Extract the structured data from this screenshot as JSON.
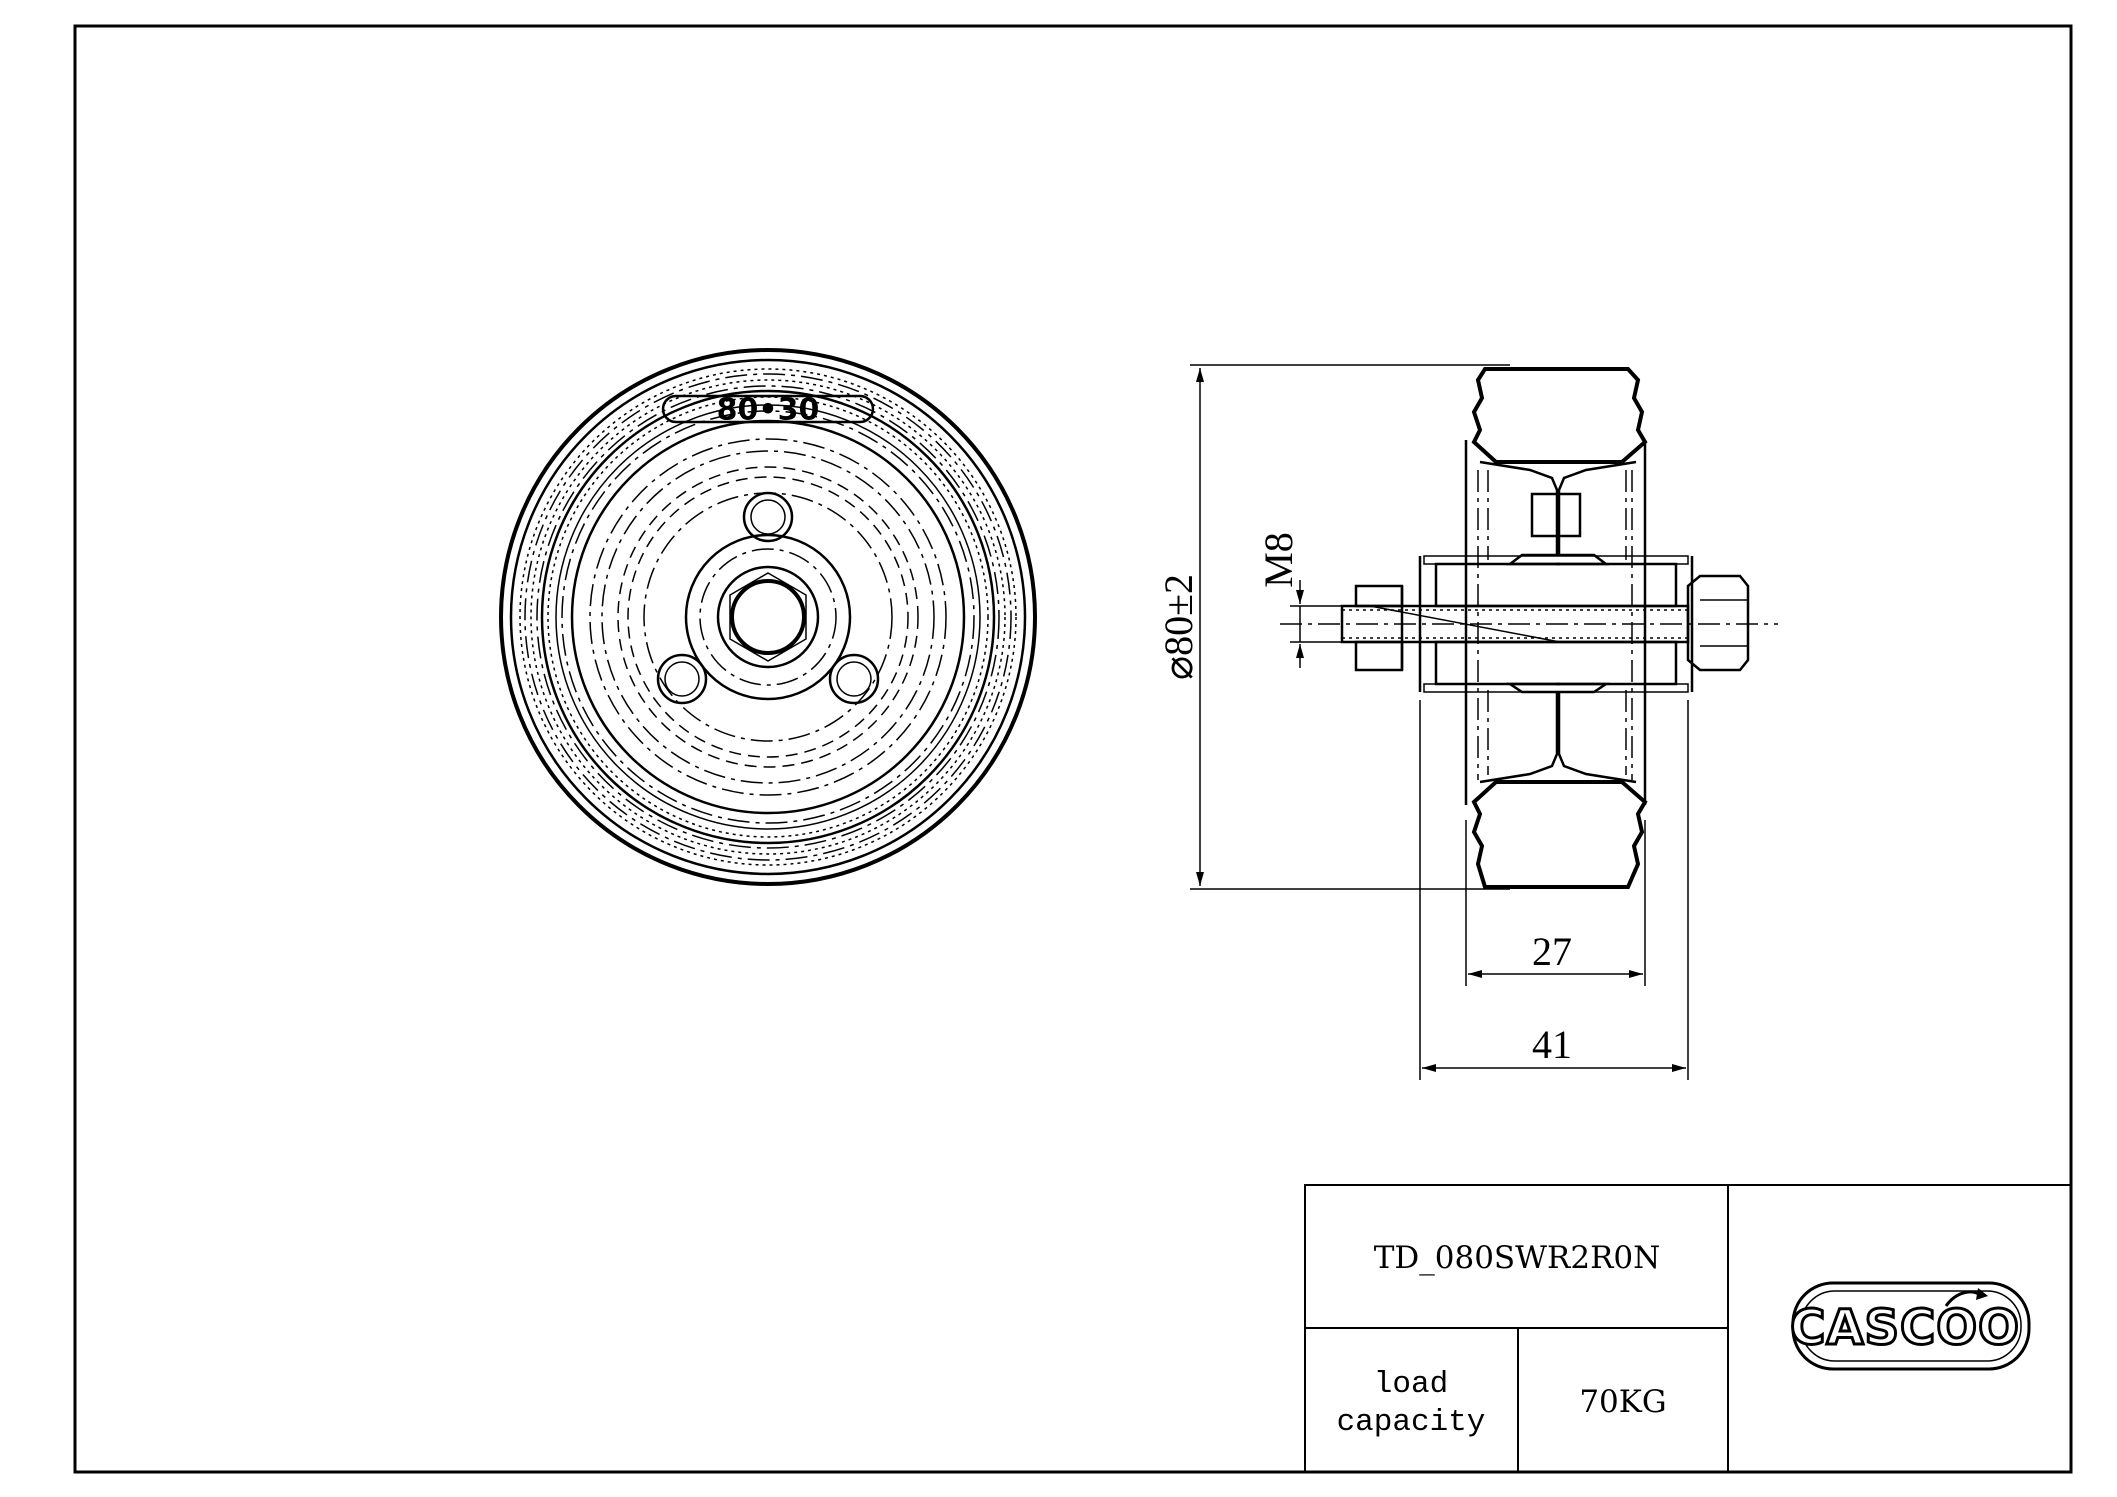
{
  "drawing": {
    "front_view": {
      "hub_marking": "80•30"
    },
    "dimensions": {
      "diameter": "⌀80±2",
      "thread": "M8",
      "tread_width": "27",
      "overall_width": "41"
    }
  },
  "title_block": {
    "part_number": "TD_080SWR2R0N",
    "load_label_line1": "load",
    "load_label_line2": "capacity",
    "load_value": "70KG",
    "logo_text": "CASCOO",
    "logo_icon": "wheel-arrow-icon"
  }
}
